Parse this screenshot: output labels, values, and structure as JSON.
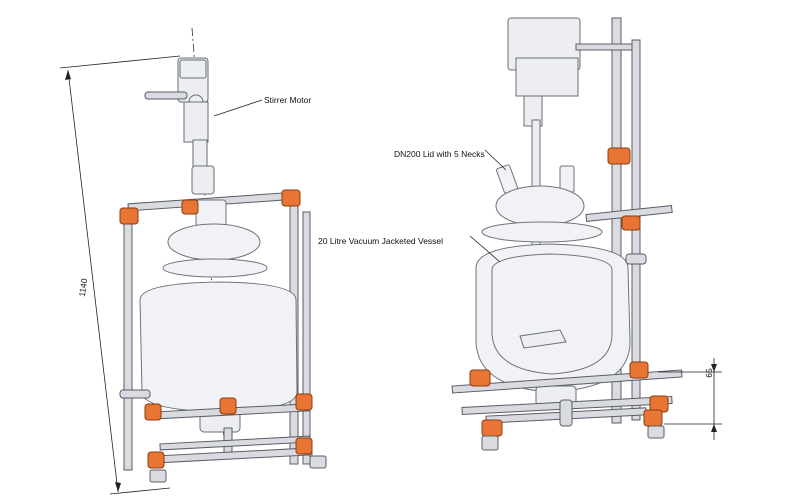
{
  "labels": {
    "stirrer_motor": "Stirrer Motor",
    "lid": "DN200 Lid with 5 Necks",
    "vessel": "20 Litre Vacuum Jacketed Vessel"
  },
  "dimensions": {
    "overall_height": "1140",
    "bottom_clearance": "65"
  },
  "colors": {
    "clamp": "#e87533",
    "frame": "#d9dbe1",
    "line": "#222222"
  }
}
